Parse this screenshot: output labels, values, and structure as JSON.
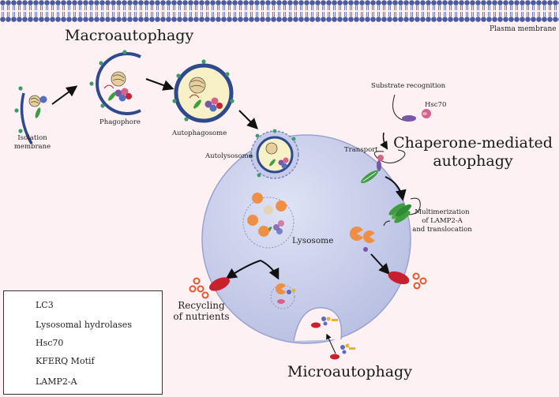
{
  "labels": {
    "plasma_membrane": "Plasma membrane",
    "macroautophagy": "Macroautophagy",
    "isolation_membrane": "Isolation\nmembrane",
    "phagophore": "Phagophore",
    "autophagosome": "Autophagosome",
    "autolysosome": "Autolysosome",
    "lysosome": "Lysosome",
    "substrate_recognition": "Substrate recognition",
    "hsc70_label": "Hsc70",
    "transport": "Transport",
    "cma_title": "Chaperone-mediated\nautophagy",
    "multimerization": "Multimerization\nof LAMP2-A\nand translocation",
    "recycling": "Recycling\nof nutrients",
    "microautophagy": "Microautophagy"
  },
  "legend": [
    {
      "icon": "lc3-icon",
      "label": "LC3"
    },
    {
      "icon": "lysosomal-hydrolase-icon",
      "label": "Lysosomal hydrolases"
    },
    {
      "icon": "hsc70-icon",
      "label": "Hsc70"
    },
    {
      "icon": "kferq-motif-icon",
      "label": "KFERQ Motif"
    },
    {
      "icon": "lamp2a-icon",
      "label": "LAMP2-A"
    }
  ],
  "colors": {
    "background": "#fdf1f3",
    "membrane_blue": "#2e4a8c",
    "lysosome_fill": "#c5cbe8",
    "vesicle_fill": "#f8f0c6",
    "lc3_green": "#3c9a6c",
    "hydrolase_orange": "#ef8e45",
    "hsc70_pink": "#d3638a",
    "kferq_purple": "#7a56a8",
    "lamp2a_green": "#3f9d3f",
    "product_red": "#c8202c"
  }
}
